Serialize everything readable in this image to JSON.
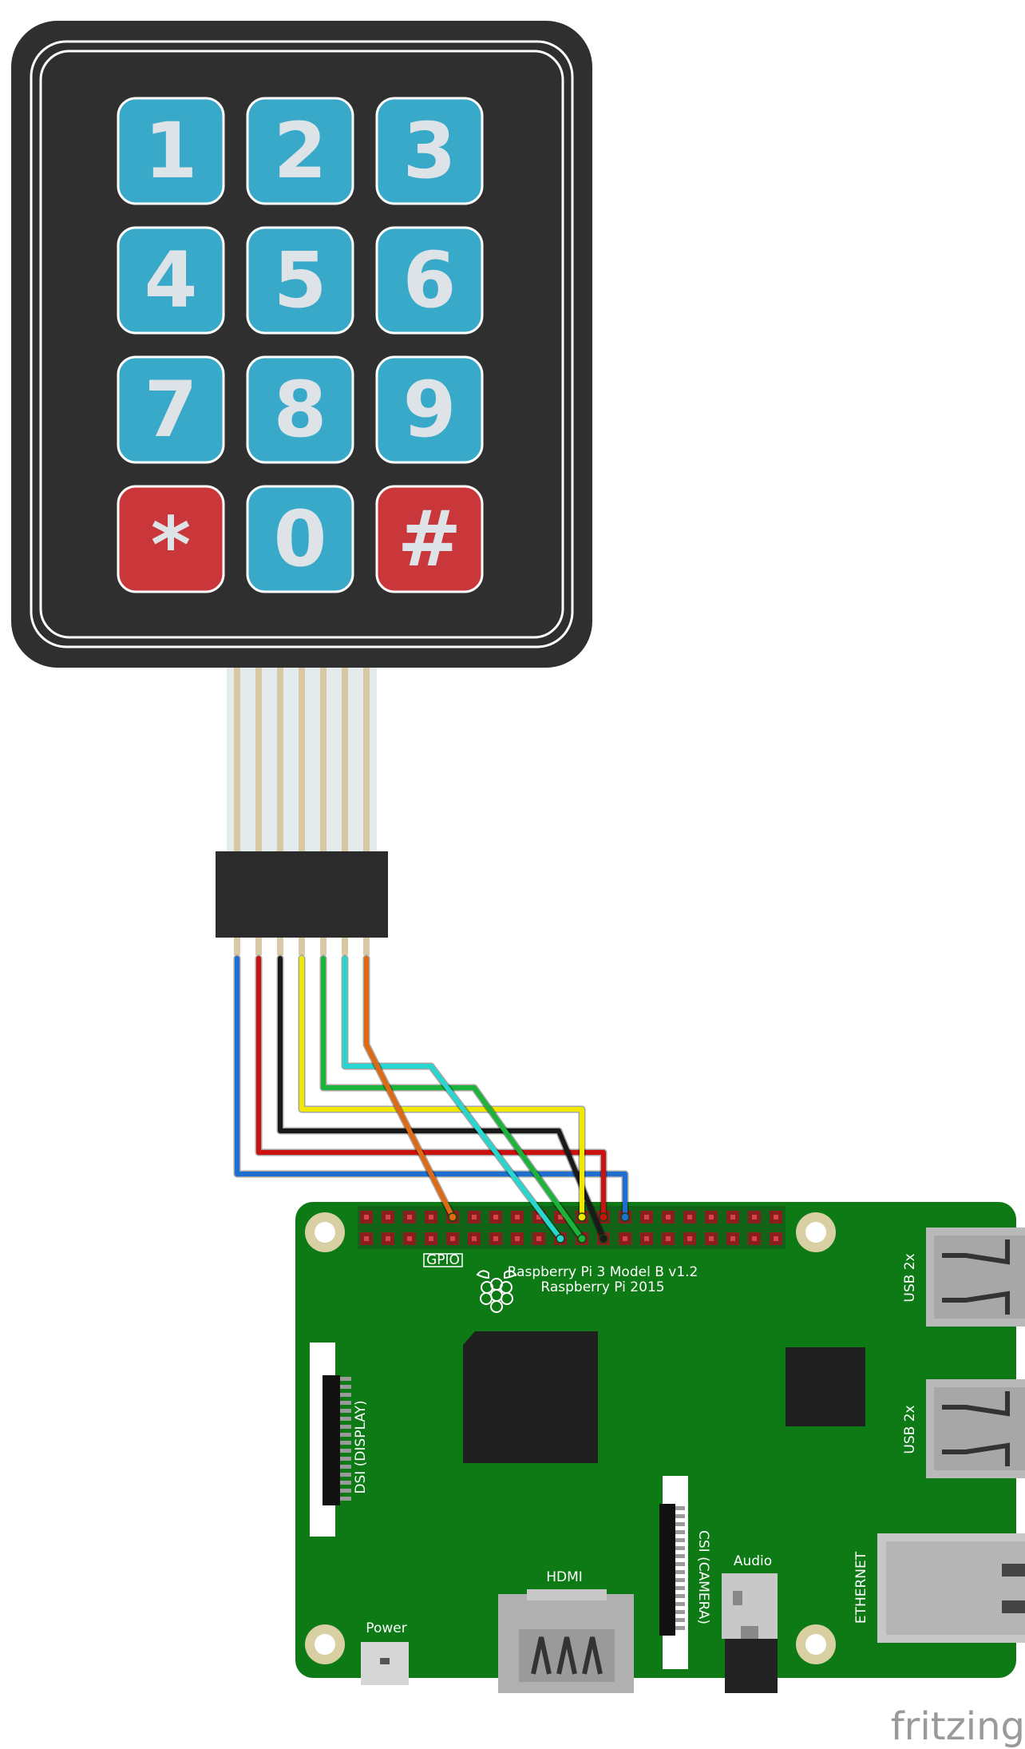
{
  "keypad": {
    "keys": [
      {
        "label": "1",
        "color": "#38a9c9"
      },
      {
        "label": "2",
        "color": "#38a9c9"
      },
      {
        "label": "3",
        "color": "#38a9c9"
      },
      {
        "label": "4",
        "color": "#38a9c9"
      },
      {
        "label": "5",
        "color": "#38a9c9"
      },
      {
        "label": "6",
        "color": "#38a9c9"
      },
      {
        "label": "7",
        "color": "#38a9c9"
      },
      {
        "label": "8",
        "color": "#38a9c9"
      },
      {
        "label": "9",
        "color": "#38a9c9"
      },
      {
        "label": "*",
        "color": "#c9373a"
      },
      {
        "label": "0",
        "color": "#38a9c9"
      },
      {
        "label": "#",
        "color": "#c9373a"
      }
    ],
    "body_color": "#2f2f2f"
  },
  "wires": [
    {
      "name": "blue",
      "color": "#1f6fd1"
    },
    {
      "name": "red",
      "color": "#cc1111"
    },
    {
      "name": "black",
      "color": "#1a1a1a"
    },
    {
      "name": "yellow",
      "color": "#f0e800"
    },
    {
      "name": "green",
      "color": "#1bb33a"
    },
    {
      "name": "cyan",
      "color": "#27d6cf"
    },
    {
      "name": "orange",
      "color": "#e06a14"
    }
  ],
  "board": {
    "color": "#0d7a16",
    "gpio_label": "GPIO",
    "model_line1": "Raspberry Pi 3 Model B v1.2",
    "model_line2": "Raspberry Pi 2015",
    "usb_top_label": "USB 2x",
    "usb_bottom_label": "USB 2x",
    "dsi_label": "DSI (DISPLAY)",
    "csi_label": "CSI (CAMERA)",
    "hdmi_label": "HDMI",
    "audio_label": "Audio",
    "power_label": "Power",
    "ethernet_label": "ETHERNET"
  },
  "watermark": "fritzing"
}
